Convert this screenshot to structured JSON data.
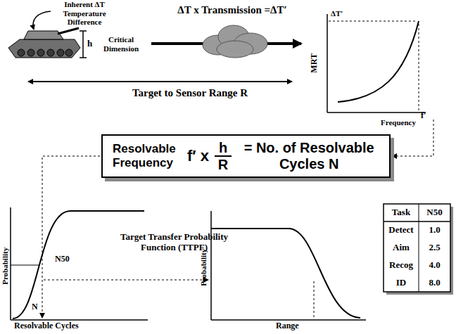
{
  "diagram": {
    "nodes": [
      {
        "text": [
          "Resolvable Frequency",
          "f′ x",
          "h",
          "R",
          "= No. of Resolvable Cycles N"
        ]
      }
    ],
    "labels": [
      "Inherent ΔT Temperature Difference",
      "ΔT x Transmission =ΔT′",
      "h",
      "Critical Dimension",
      "ΔT′",
      "MRT",
      "f′",
      "Frequency",
      "Target to Sensor Range R",
      "Probability",
      "N50",
      "Target Transfer Probability Function (TTPF)",
      "Probability",
      "Task",
      "N50",
      "Detect",
      "1.0",
      "Aim",
      "2.5",
      "Recog",
      "4.0",
      "ID",
      "8.0",
      "N",
      "Resolvable Cycles",
      "Range"
    ]
  }
}
